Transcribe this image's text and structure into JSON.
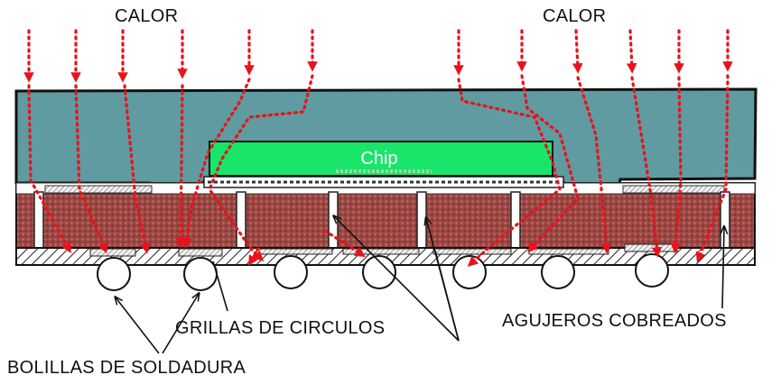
{
  "labels": {
    "heat_left": "CALOR",
    "heat_right": "CALOR",
    "chip": "Chip",
    "ball_grid": "GRILLAS DE CIRCULOS",
    "copper_vias": "AGUJEROS COBREADOS",
    "solder_balls": "BOLILLAS DE SOLDADURA"
  },
  "colors": {
    "mold_compound": "#5f9ba0",
    "chip": "#19e56a",
    "substrate": "#9a4a45",
    "heat_arrow": "#e8121b",
    "outline": "#111111"
  },
  "icons": [
    "heat-arrow-icon",
    "pointer-arrow-icon"
  ]
}
